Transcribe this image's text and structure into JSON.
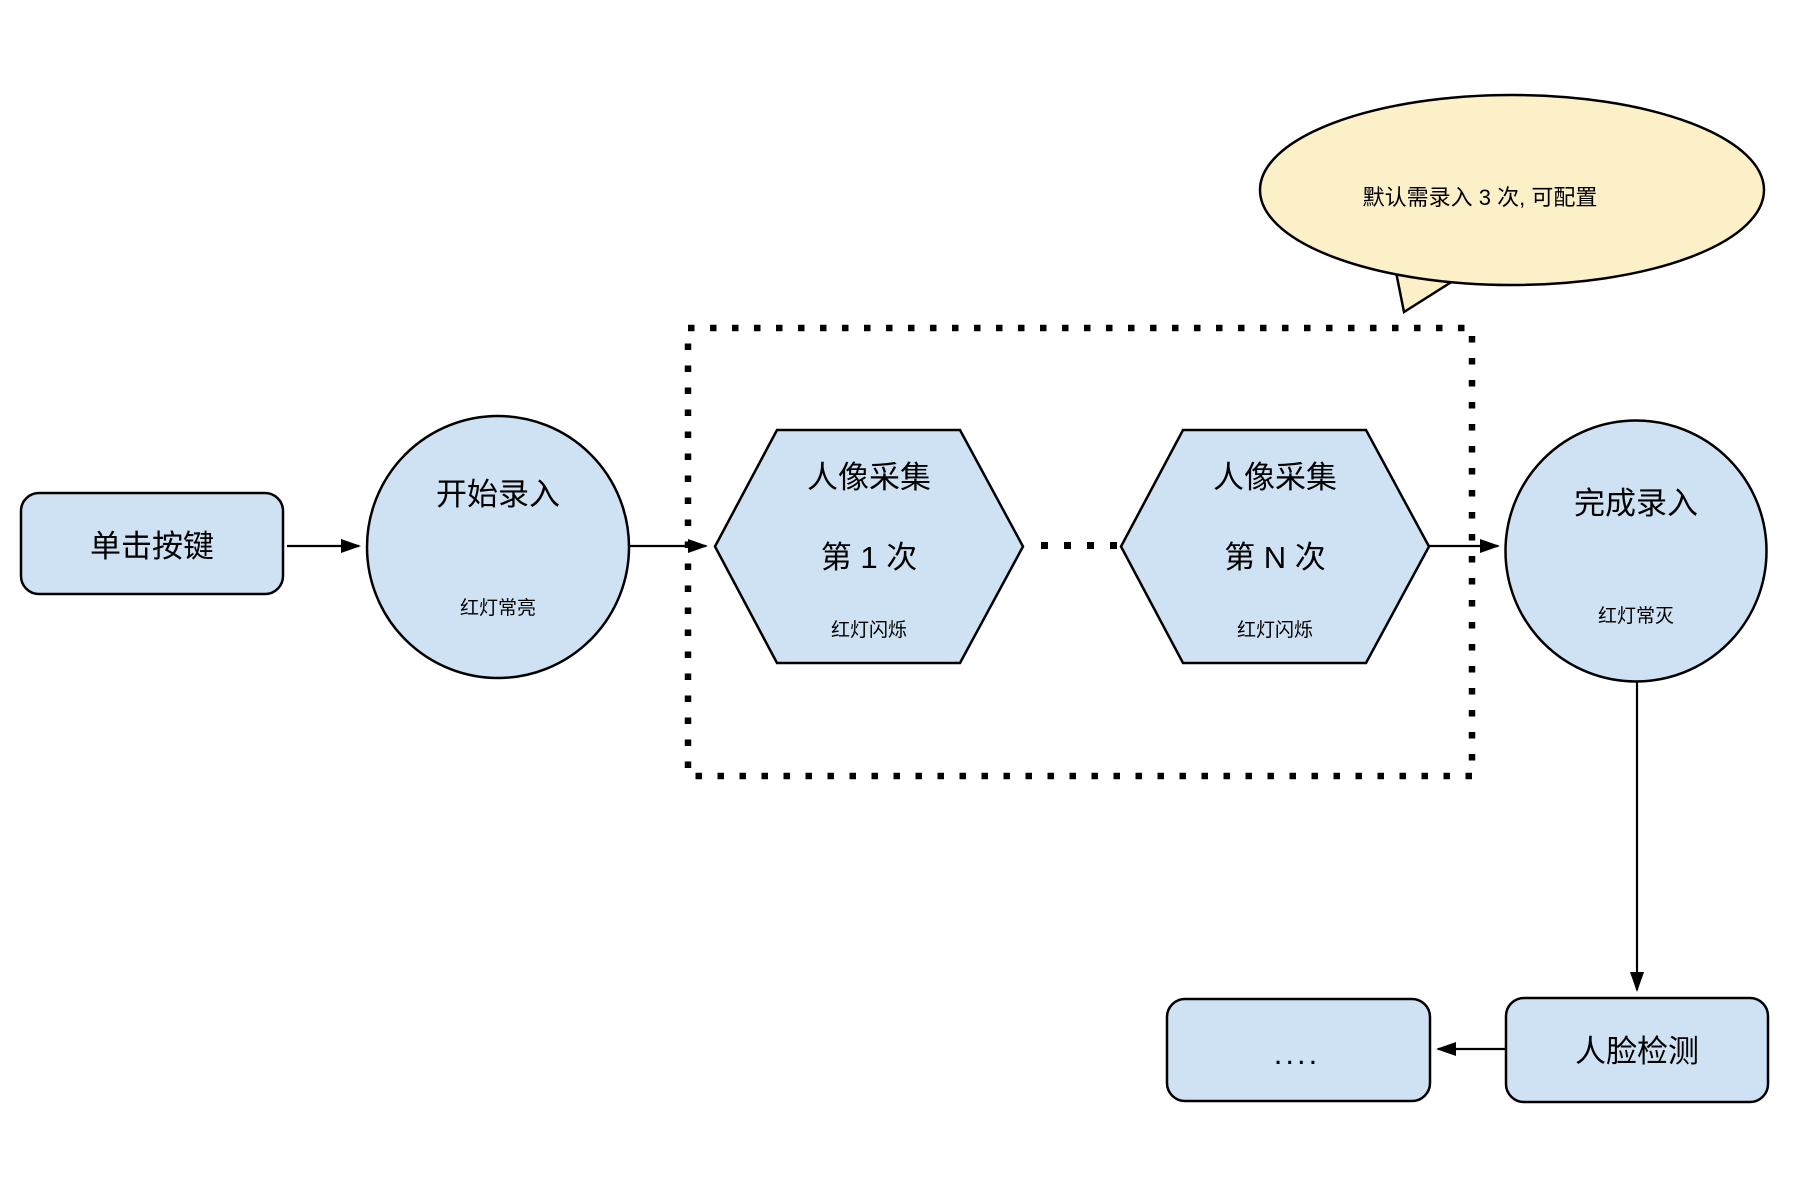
{
  "colors": {
    "background": "#ffffff",
    "node_fill": "#cfe2f3",
    "node_stroke": "#000000",
    "callout_fill": "#fcf0c9",
    "text": "#000000"
  },
  "nodes": {
    "click_button": {
      "label": "单击按键"
    },
    "start_entry": {
      "label": "开始录入",
      "status": "红灯常亮"
    },
    "capture_first": {
      "title": "人像采集",
      "count": "第 1 次",
      "status": "红灯闪烁"
    },
    "capture_nth": {
      "title": "人像采集",
      "count": "第 N 次",
      "status": "红灯闪烁"
    },
    "finish_entry": {
      "label": "完成录入",
      "status": "红灯常灭"
    },
    "face_detection": {
      "label": "人脸检测"
    },
    "continuation": {
      "label": "...."
    }
  },
  "callout": {
    "text": "默认需录入 3 次, 可配置"
  }
}
